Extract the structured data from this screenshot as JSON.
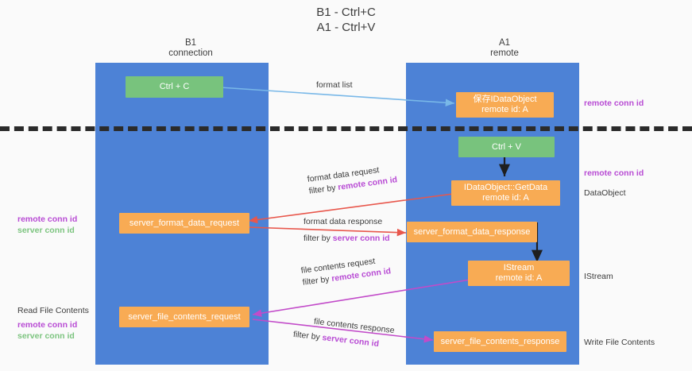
{
  "title": "B1 - Ctrl+C\nA1 - Ctrl+V",
  "columns": [
    {
      "name": "B1",
      "sub": "connection",
      "label": "B1\nconnection"
    },
    {
      "name": "A1",
      "sub": "remote",
      "label": "A1\nremote"
    }
  ],
  "nodes": {
    "ctrl_c": {
      "line1": "Ctrl + C",
      "line2": "",
      "color": "#78c37d"
    },
    "save_idataobject": {
      "line1": "保存IDataObject",
      "line2": "remote id: A",
      "color": "#f8ab54"
    },
    "ctrl_v": {
      "line1": "Ctrl + V",
      "line2": "",
      "color": "#78c37d"
    },
    "getdata": {
      "line1": "IDataObject::GetData",
      "line2": "remote id: A",
      "color": "#f8ab54"
    },
    "server_format_data_request": {
      "line1": "server_format_data_request",
      "line2": "",
      "color": "#f8ab54"
    },
    "server_format_data_response": {
      "line1": "server_format_data_response",
      "line2": "",
      "color": "#f8ab54"
    },
    "istream": {
      "line1": "IStream",
      "line2": "remote id: A",
      "color": "#f8ab54"
    },
    "server_file_contents_request": {
      "line1": "server_file_contents_request",
      "line2": "",
      "color": "#f8ab54"
    },
    "server_file_contents_response": {
      "line1": "server_file_contents_response",
      "line2": "",
      "color": "#f8ab54"
    }
  },
  "edges": {
    "format_list": {
      "text": "format list",
      "color": "#79b8e8"
    },
    "format_data_request": {
      "line1": "format data request",
      "line2_prefix": "filter by ",
      "line2_hl": "remote conn id",
      "color": "#e8574c"
    },
    "format_data_response": {
      "line1": "format data response",
      "line2_prefix": "filter by ",
      "line2_hl": "server conn id",
      "color": "#e8574c"
    },
    "file_contents_request": {
      "line1": "file contents request",
      "line2_prefix": "filter by ",
      "line2_hl": "remote conn id",
      "color": "#c24bc9"
    },
    "file_contents_response": {
      "line1": "file contents response",
      "line2_prefix": "filter by ",
      "line2_hl": "server conn id",
      "color": "#c24bc9"
    }
  },
  "annotations": {
    "right_remote_conn_id_top": "remote conn id",
    "right_remote_conn_id_mid": "remote conn id",
    "right_dataobject": "DataObject",
    "right_istream": "IStream",
    "right_write_file_contents": "Write File Contents",
    "left_remote_conn_id_mid": "remote conn id",
    "left_server_conn_id_mid": "server conn id",
    "left_read_file_contents": "Read File Contents",
    "left_remote_conn_id_low": "remote conn id",
    "left_server_conn_id_low": "server conn id"
  },
  "colors": {
    "lane": "#4d82d6",
    "green_node": "#78c37d",
    "orange_node": "#f8ab54",
    "divider": "#2b2b2b",
    "red_arrow": "#e8574c",
    "blue_arrow": "#79b8e8",
    "purple_arrow": "#c24bc9",
    "black_arrow": "#1f1f1f",
    "remote_text": "#b84bd4",
    "server_text": "#7cc47f",
    "background": "#fafafa"
  }
}
